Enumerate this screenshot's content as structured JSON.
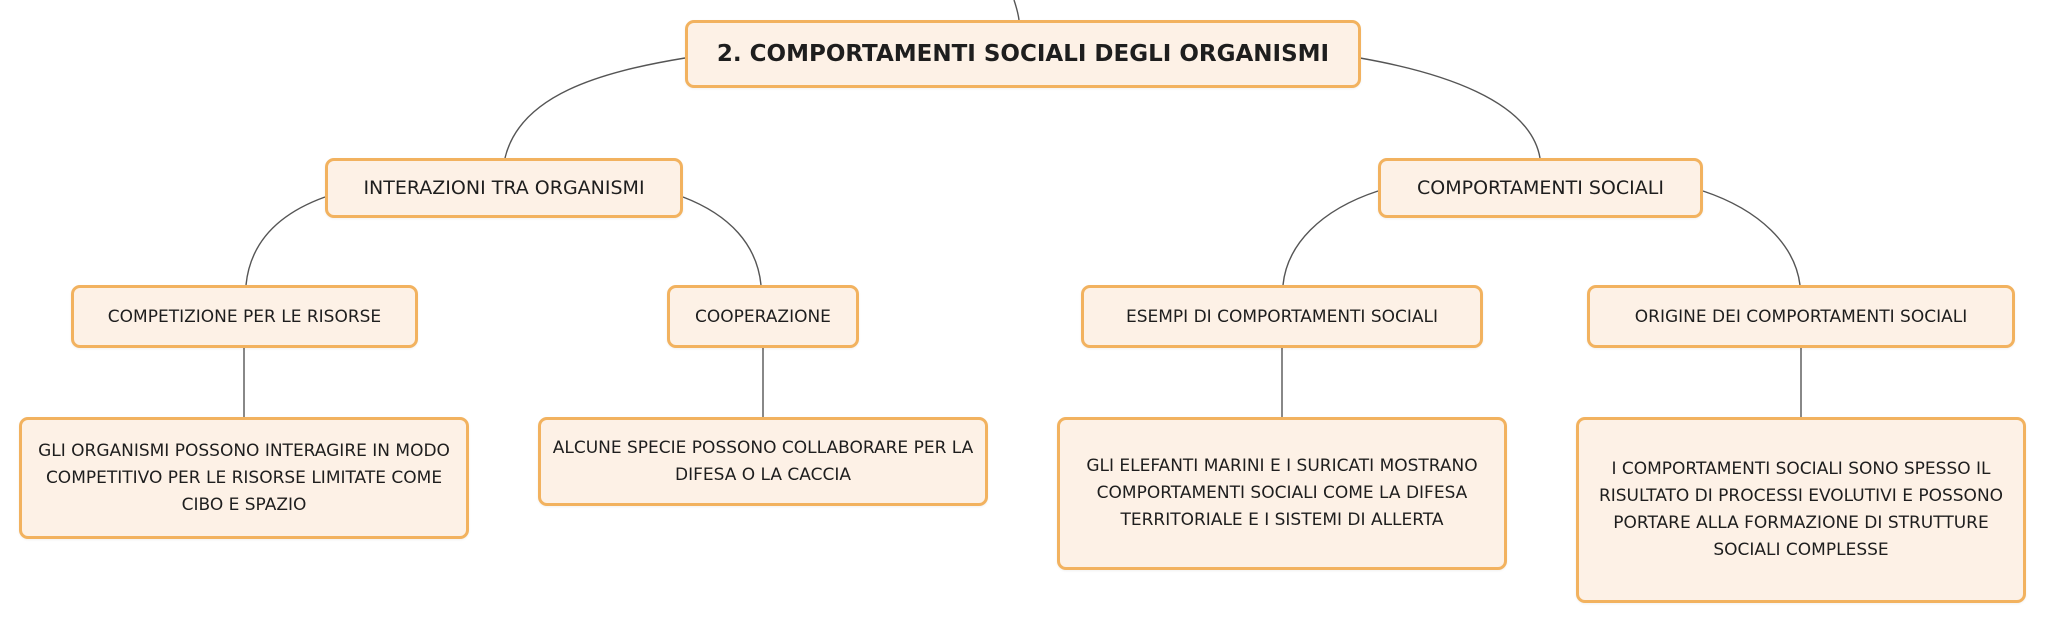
{
  "diagram": {
    "root": {
      "label": "2. COMPORTAMENTI SOCIALI DEGLI ORGANISMI"
    },
    "branches": [
      {
        "label": "INTERAZIONI TRA ORGANISMI",
        "children": [
          {
            "label": "COMPETIZIONE PER LE RISORSE",
            "detail": "GLI ORGANISMI POSSONO INTERAGIRE IN MODO COMPETITIVO PER LE RISORSE LIMITATE COME CIBO E SPAZIO"
          },
          {
            "label": "COOPERAZIONE",
            "detail": "ALCUNE SPECIE POSSONO COLLABORARE PER LA DIFESA O LA CACCIA"
          }
        ]
      },
      {
        "label": "COMPORTAMENTI SOCIALI",
        "children": [
          {
            "label": "ESEMPI DI COMPORTAMENTI SOCIALI",
            "detail": "GLI ELEFANTI MARINI E I SURICATI MOSTRANO COMPORTAMENTI SOCIALI COME LA DIFESA TERRITORIALE E I SISTEMI DI ALLERTA"
          },
          {
            "label": "ORIGINE DEI COMPORTAMENTI SOCIALI",
            "detail": "I COMPORTAMENTI SOCIALI SONO SPESSO IL RISULTATO DI PROCESSI EVOLUTIVI E POSSONO PORTARE ALLA FORMAZIONE DI STRUTTURE SOCIALI COMPLESSE"
          }
        ]
      }
    ]
  }
}
